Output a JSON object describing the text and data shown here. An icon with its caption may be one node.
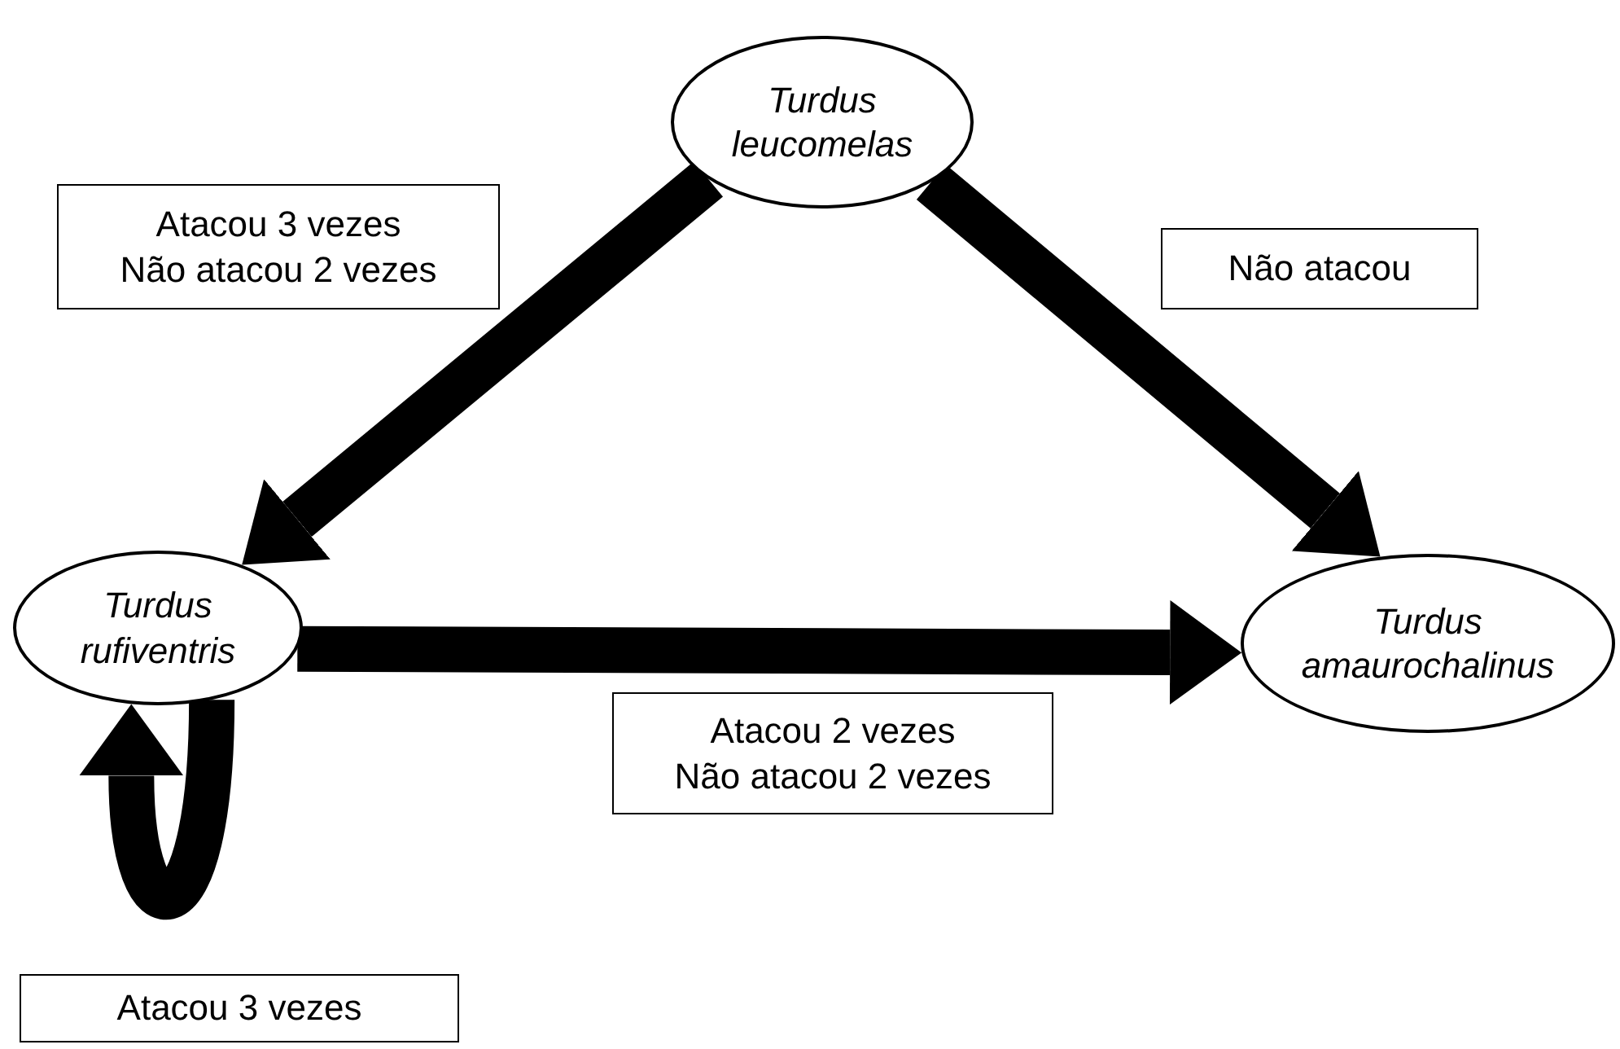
{
  "diagram": {
    "nodes": [
      {
        "text": [
          "Turdus leucomelas"
        ]
      },
      {
        "text": [
          "Turdus rufiventris"
        ]
      },
      {
        "text": [
          "Turdus amaurochalinus"
        ]
      }
    ],
    "edges": [
      {
        "from": 0,
        "to": 1,
        "arrow": "to",
        "label": "Atacou 3 vezes Não atacou 2 vezes"
      },
      {
        "from": 0,
        "to": 2,
        "arrow": "to",
        "label": "Não atacou"
      },
      {
        "from": 1,
        "to": 2,
        "arrow": "to",
        "label": "Atacou 2 vezes Não atacou 2 vezes"
      },
      {
        "from": 1,
        "to": 1,
        "arrow": "to",
        "label": "Atacou 3 vezes"
      }
    ]
  }
}
